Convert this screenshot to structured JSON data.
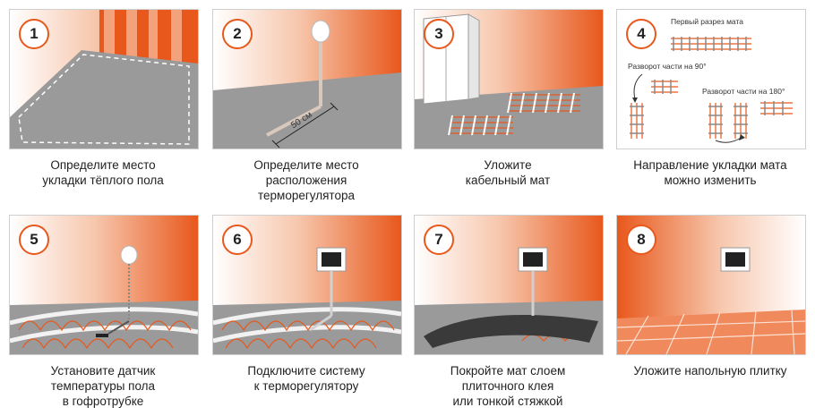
{
  "steps": [
    {
      "number": "1",
      "caption": [
        "Определите место",
        "укладки тёплого пола"
      ]
    },
    {
      "number": "2",
      "caption": [
        "Определите место",
        "расположения",
        "терморегулятора"
      ],
      "dimension_label": "50 см"
    },
    {
      "number": "3",
      "caption": [
        "Уложите",
        "кабельный мат"
      ]
    },
    {
      "number": "4",
      "caption": [
        "Направление укладки мата",
        "можно изменить"
      ],
      "labels": {
        "first_cut": "Первый разрез мата",
        "turn_90": "Разворот части на 90°",
        "turn_180": "Разворот части на 180°"
      }
    },
    {
      "number": "5",
      "caption": [
        "Установите датчик",
        "температуры пола",
        "в гофротрубке"
      ]
    },
    {
      "number": "6",
      "caption": [
        "Подключите систему",
        "к терморегулятору"
      ]
    },
    {
      "number": "7",
      "caption": [
        "Покройте мат слоем",
        "плиточного клея",
        "или тонкой стяжкой"
      ]
    },
    {
      "number": "8",
      "caption": [
        "Уложите напольную плитку"
      ]
    }
  ],
  "colors": {
    "accent": "#e8581c",
    "floor": "#9a9a9a",
    "cable": "#d9541a"
  }
}
